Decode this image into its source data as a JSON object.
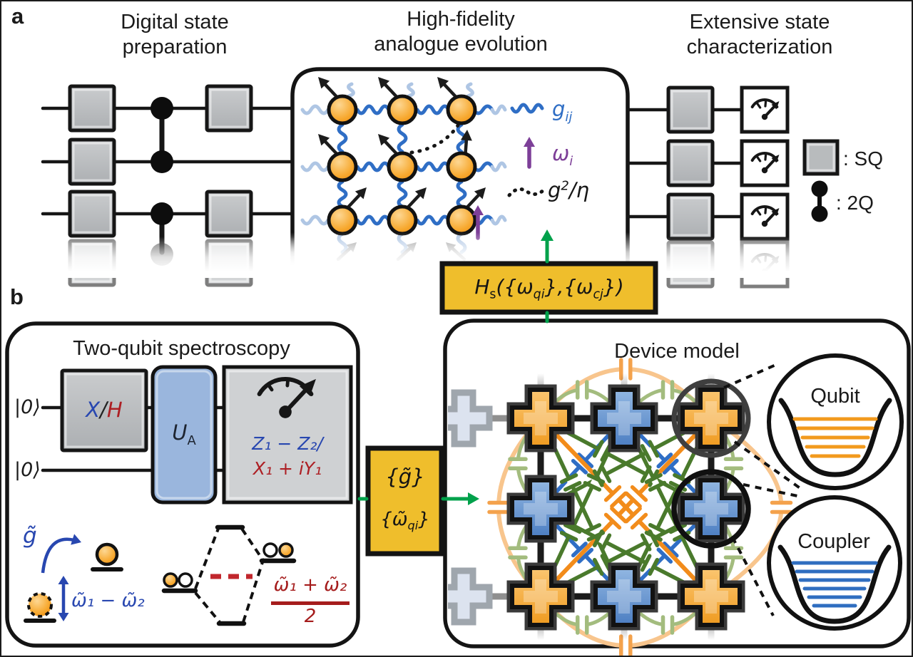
{
  "panel_a": {
    "label": "a",
    "title_left": "Digital state\npreparation",
    "title_middle": "High-fidelity\nanalogue evolution",
    "title_right": "Extensive state\ncharacterization",
    "legend_sq": ": SQ",
    "legend_2q": ": 2Q",
    "coupling_label": {
      "base": "g",
      "sub": "ij"
    },
    "frequency_label": {
      "base": "ω",
      "sub": "i"
    },
    "dispersive_label": {
      "base": "g",
      "sup": "2",
      "rest": "/η"
    },
    "hamiltonian": {
      "h": "H",
      "h_sub": "s",
      "open": "({",
      "w1": "ω",
      "w1_sub": "qi",
      "mid": "},{",
      "w2": "ω",
      "w2_sub": "cj",
      "close": "})"
    }
  },
  "panel_b": {
    "label": "b",
    "spectroscopy_title": "Two-qubit spectroscopy",
    "ket_zero": "|0⟩",
    "gate_xh": {
      "x": "X",
      "slash": "/",
      "h": "H"
    },
    "gate_ua": {
      "base": "U",
      "sub": "A"
    },
    "measurement_line1": "Z₁ − Z₂/",
    "measurement_line2": "X₁ + iY₁",
    "g_tilde": "g̃",
    "detuning": "ω̃₁ − ω̃₂",
    "avg_numerator": "ω̃₁ + ω̃₂",
    "avg_denominator": "2",
    "params_g": "{g̃}",
    "params_w": {
      "open": "{",
      "base": "ω̃",
      "sub": "qi",
      "close": "}"
    },
    "device_title": "Device model",
    "inset_qubit": "Qubit",
    "inset_coupler": "Coupler"
  },
  "colors": {
    "ink": "#161616",
    "qubit_orange": "#F4A02C",
    "wavy_blue": "#2F6EC5",
    "light_blue": "#AFC6E4",
    "purple": "#7D3F98",
    "green": "#00A14B",
    "gold": "#EFBE2C",
    "red": "#AD1F24",
    "bright_red": "#C1272D",
    "text_blue": "#2847B0",
    "orange_line": "#F28C1B",
    "dark_green": "#4A7A2C",
    "light_green": "#A3BC7E",
    "light_orange": "#F8C58D",
    "gray_gate": "#B8BBBD"
  }
}
